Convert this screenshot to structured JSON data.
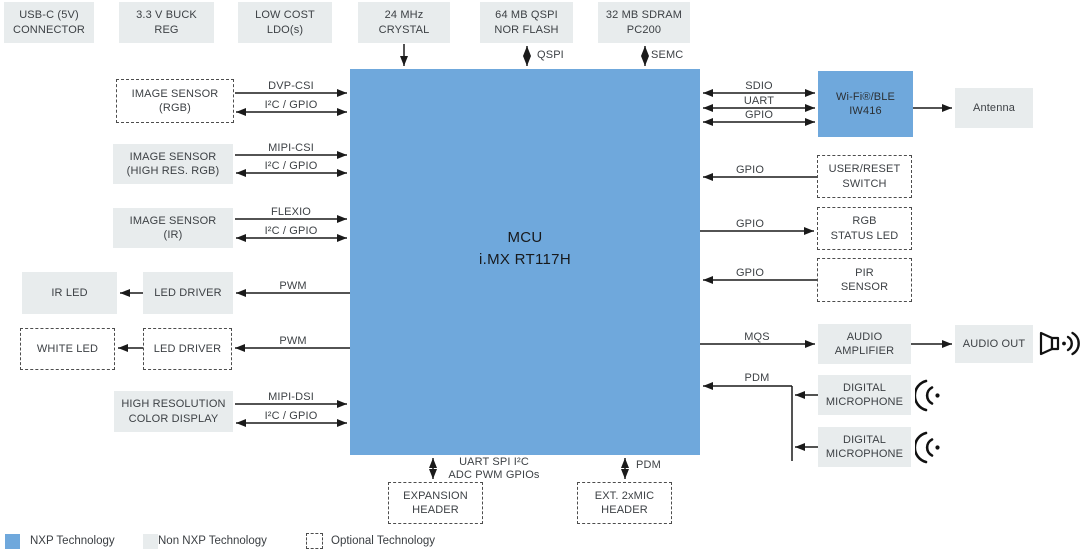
{
  "mcu": {
    "label": "MCU\ni.MX RT117H"
  },
  "boxes": {
    "usb_c": {
      "label": "USB-C (5V)\nCONNECTOR"
    },
    "buck": {
      "label": "3.3 V BUCK\nREG"
    },
    "ldo": {
      "label": "LOW COST\nLDO(s)"
    },
    "crystal": {
      "label": "24 MHz\nCRYSTAL"
    },
    "nor_flash": {
      "label": "64 MB QSPI\nNOR FLASH"
    },
    "sdram": {
      "label": "32 MB SDRAM\nPC200"
    },
    "image_sensor_rgb": {
      "label": "IMAGE SENSOR\n(RGB)"
    },
    "image_sensor_hires": {
      "label": "IMAGE SENSOR\n(HIGH RES. RGB)"
    },
    "image_sensor_ir": {
      "label": "IMAGE SENSOR\n(IR)"
    },
    "ir_led": {
      "label": "IR LED"
    },
    "led_driver_1": {
      "label": "LED DRIVER"
    },
    "white_led": {
      "label": "WHITE LED"
    },
    "led_driver_2": {
      "label": "LED DRIVER"
    },
    "display": {
      "label": "HIGH RESOLUTION\nCOLOR DISPLAY"
    },
    "wifi": {
      "label": "Wi-Fi®/BLE\nIW416"
    },
    "antenna": {
      "label": "Antenna"
    },
    "user_switch": {
      "label": "USER/RESET\nSWITCH"
    },
    "rgb_status_led": {
      "label": "RGB\nSTATUS LED"
    },
    "pir_sensor": {
      "label": "PIR\nSENSOR"
    },
    "audio_amp": {
      "label": "AUDIO\nAMPLIFIER"
    },
    "audio_out": {
      "label": "AUDIO OUT"
    },
    "mic_1": {
      "label": "DIGITAL\nMICROPHONE"
    },
    "mic_2": {
      "label": "DIGITAL\nMICROPHONE"
    },
    "expansion_header": {
      "label": "EXPANSION\nHEADER"
    },
    "ext_mic_header": {
      "label": "EXT. 2xMIC\nHEADER"
    }
  },
  "wires": {
    "qspi": "QSPI",
    "semc": "SEMC",
    "dvp_csi": "DVP-CSI",
    "i2c_gpio_1": "I²C / GPIO",
    "mipi_csi": "MIPI-CSI",
    "i2c_gpio_2": "I²C / GPIO",
    "flexio": "FLEXIO",
    "i2c_gpio_3": "I²C / GPIO",
    "pwm_1": "PWM",
    "pwm_2": "PWM",
    "mipi_dsi": "MIPI-DSI",
    "i2c_gpio_4": "I²C / GPIO",
    "sdio": "SDIO",
    "uart": "UART",
    "gpio_wifi": "GPIO",
    "gpio_switch": "GPIO",
    "gpio_rgb_led": "GPIO",
    "gpio_pir": "GPIO",
    "mqs": "MQS",
    "pdm_mics": "PDM",
    "pdm_header": "PDM",
    "expansion_line1": "UART SPI I²C",
    "expansion_line2": "ADC PWM GPIOs"
  },
  "legend": {
    "nxp": "NXP Technology",
    "non_nxp": "Non NXP Technology",
    "optional": "Optional Technology"
  },
  "colors": {
    "nxp_blue": "#6fa8dc",
    "non_nxp_gray": "#e8eced",
    "wire_black": "#1a1a1a",
    "dashed_border": "#4d4d4d"
  },
  "icons": {
    "audio_out": "speaker-sound-icon",
    "microphone": "sound-waves-icon"
  }
}
